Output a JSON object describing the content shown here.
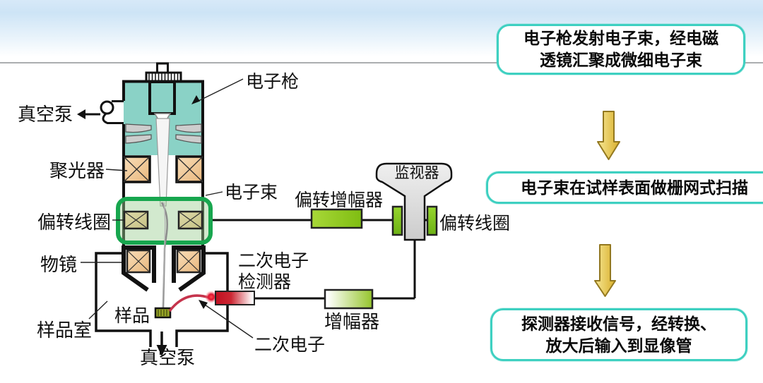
{
  "colors": {
    "accent": "#3ed0c1",
    "arrowYellow": "#eccf5e",
    "teal": "#8ad2c6",
    "highlightGreen": "#17a64e",
    "brightGreen": "#8cc71f",
    "coilTan": "#f2c99e",
    "oliveTan": "#d5d19a",
    "detectorRed": "#c51025",
    "monitorGray": "#dedede",
    "skyBlue": "#cde4f6"
  },
  "diagram": {
    "labels": {
      "vacuum_pump_top": "真空泵",
      "electron_gun": "电子枪",
      "condenser": "聚光器",
      "electron_beam": "电子束",
      "deflection_coil_left": "偏转线圈",
      "objective_lens": "物镜",
      "sample_chamber": "样品室",
      "sample": "样品",
      "vacuum_pump_bottom": "真空泵",
      "deflection_amplifier": "偏转增幅器",
      "monitor": "监视器",
      "deflection_coil_right": "偏转线圈",
      "se_detector_line1": "二次电子",
      "se_detector_line2": "检测器",
      "amplifier": "增幅器",
      "secondary_electron": "二次电子"
    }
  },
  "flowchart": {
    "steps": [
      {
        "lines": [
          "电子枪发射电子束，经电磁",
          "透镜汇聚成微细电子束"
        ]
      },
      {
        "lines": [
          "电子束在试样表面做栅网式扫描"
        ]
      },
      {
        "lines": [
          "探测器接收信号，经转换、",
          "放大后输入到显像管"
        ]
      }
    ]
  }
}
